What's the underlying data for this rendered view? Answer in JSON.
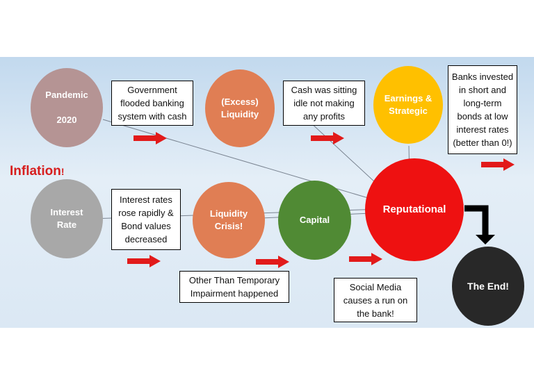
{
  "colors": {
    "pandemic": "#b59494",
    "liquidity": "#e07e54",
    "earnings": "#ffc000",
    "interest": "#a8a8a8",
    "crisis": "#e07e54",
    "capital": "#508a34",
    "reputational": "#ee1111",
    "end": "#282828",
    "arrow": "#e21a1a"
  },
  "circles": {
    "pandemic": "Pandemic\n\n2020",
    "liquidity": "(Excess)\nLiquidity",
    "earnings": "Earnings &\nStrategic",
    "interest_rate": "Interest\nRate",
    "liquidity_crisis": "Liquidity\nCrisis!",
    "capital": "Capital",
    "reputational": "Reputational",
    "the_end": "The End!"
  },
  "boxes": {
    "government": "Government\nflooded banking\nsystem with cash",
    "cash_idle": "Cash was sitting\nidle not making\nany profits",
    "banks_invested": "Banks invested\nin short and\nlong-term\nbonds at low\ninterest rates\n(better than 0!)",
    "interest_rates": "Interest rates\nrose rapidly &\nBond values\ndecreased",
    "otti": "Other Than Temporary\nImpairment happened",
    "social_media": "Social Media\ncauses a run on\nthe bank!"
  },
  "inflation": {
    "label": "Inflation",
    "bang": "!"
  }
}
